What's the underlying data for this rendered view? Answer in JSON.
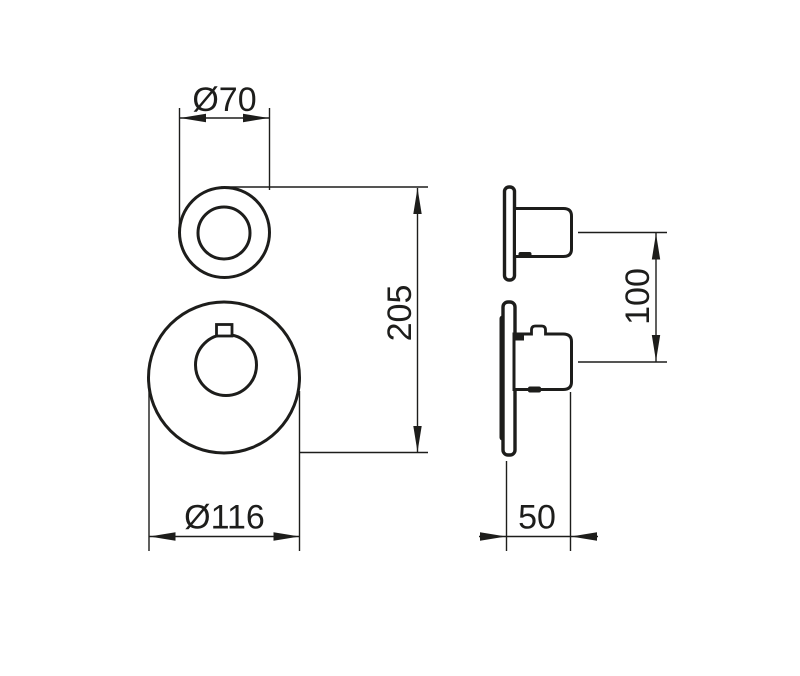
{
  "theme": {
    "background": "#ffffff",
    "line_color": "#1d1d1b"
  },
  "drawing": {
    "kind": "technical-dimension-drawing",
    "views": {
      "front": {
        "label": "front-view"
      },
      "side": {
        "label": "side-view"
      }
    },
    "dimensions": {
      "top_escutcheon_diameter": {
        "label": "Ø70",
        "value": 70
      },
      "overall_height": {
        "label": "205",
        "value": 205
      },
      "bottom_escutcheon_diameter": {
        "label": "Ø116",
        "value": 116
      },
      "handle_center_spacing": {
        "label": "100",
        "value": 100
      },
      "projection_depth": {
        "label": "50",
        "value": 50
      }
    }
  }
}
